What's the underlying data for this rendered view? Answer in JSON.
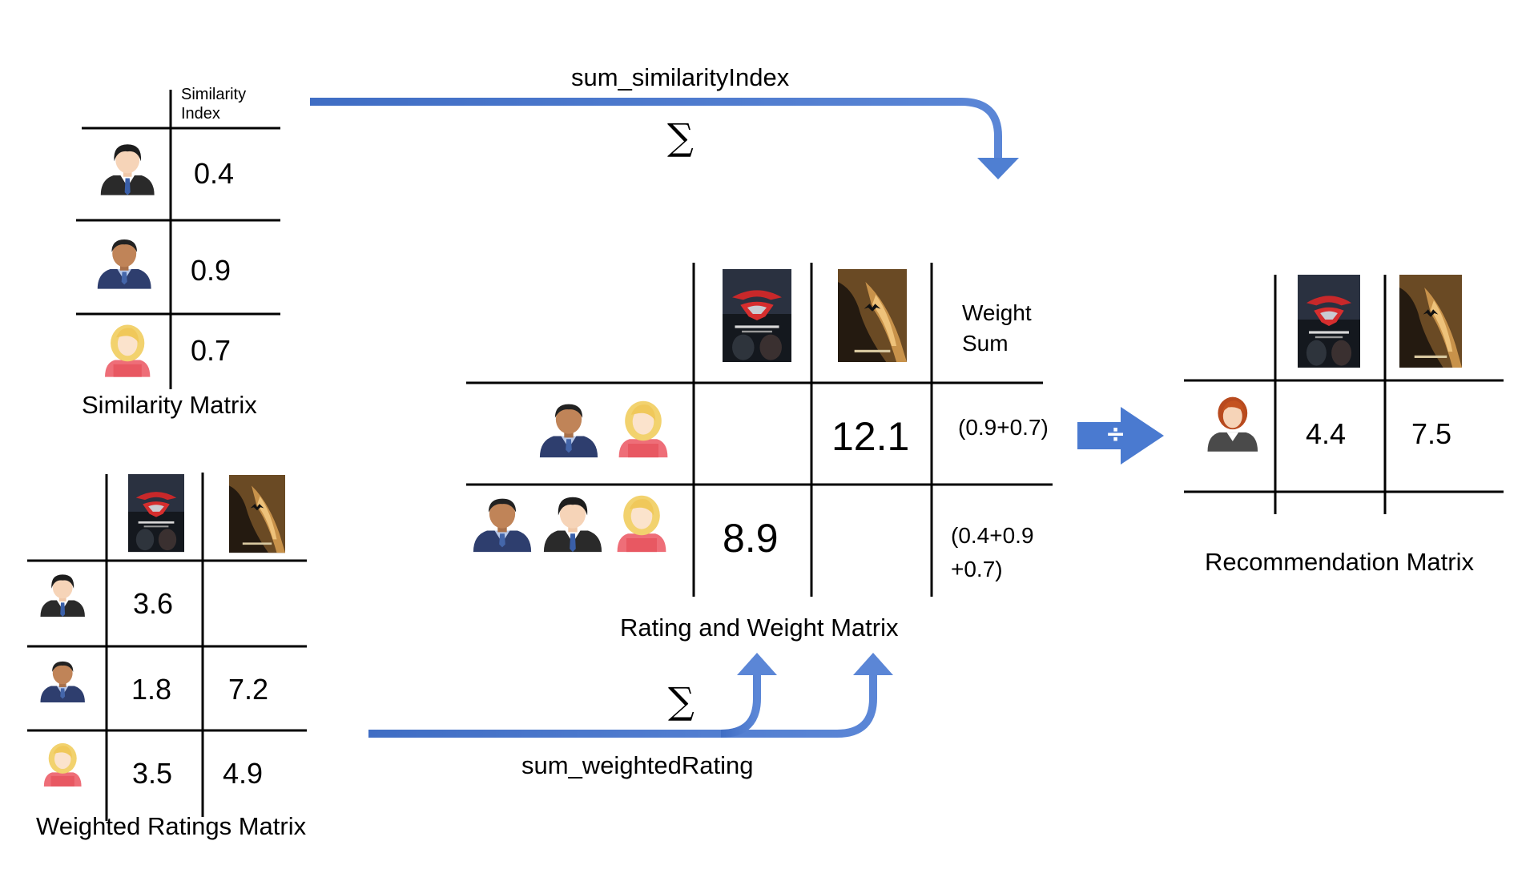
{
  "similarity_matrix": {
    "title": "Similarity Matrix",
    "column_header": "Similarity\nIndex",
    "rows": [
      {
        "user_icon": "man-suit-icon",
        "value": "0.4"
      },
      {
        "user_icon": "man-sweater-icon",
        "value": "0.9"
      },
      {
        "user_icon": "blonde-woman-icon",
        "value": "0.7"
      }
    ]
  },
  "weighted_ratings_matrix": {
    "title": "Weighted Ratings Matrix",
    "movies": [
      "batman-v-superman-poster-icon",
      "batman-begins-poster-icon"
    ],
    "rows": [
      {
        "user_icon": "man-suit-icon",
        "values": [
          "3.6",
          ""
        ]
      },
      {
        "user_icon": "man-sweater-icon",
        "values": [
          "1.8",
          "7.2"
        ]
      },
      {
        "user_icon": "blonde-woman-icon",
        "values": [
          "3.5",
          "4.9"
        ]
      }
    ]
  },
  "rating_weight_matrix": {
    "title": "Rating and Weight Matrix",
    "weight_header": "Weight\nSum",
    "row1": {
      "value_col1": "",
      "value_col2": "12.1",
      "weight": "(0.9+0.7)"
    },
    "row2": {
      "value_col1": "8.9",
      "value_col2": "",
      "weight": "(0.4+0.9\n+0.7)"
    }
  },
  "recommendation_matrix": {
    "title": "Recommendation Matrix",
    "user_icon": "redhead-woman-icon",
    "values": [
      "4.4",
      "7.5"
    ]
  },
  "flows": {
    "top_label": "sum_similarityIndex",
    "bottom_label": "sum_weightedRating",
    "sigma": "∑",
    "divide": "÷"
  },
  "colors": {
    "arrow": "#4472c4",
    "grid": "#000000"
  }
}
